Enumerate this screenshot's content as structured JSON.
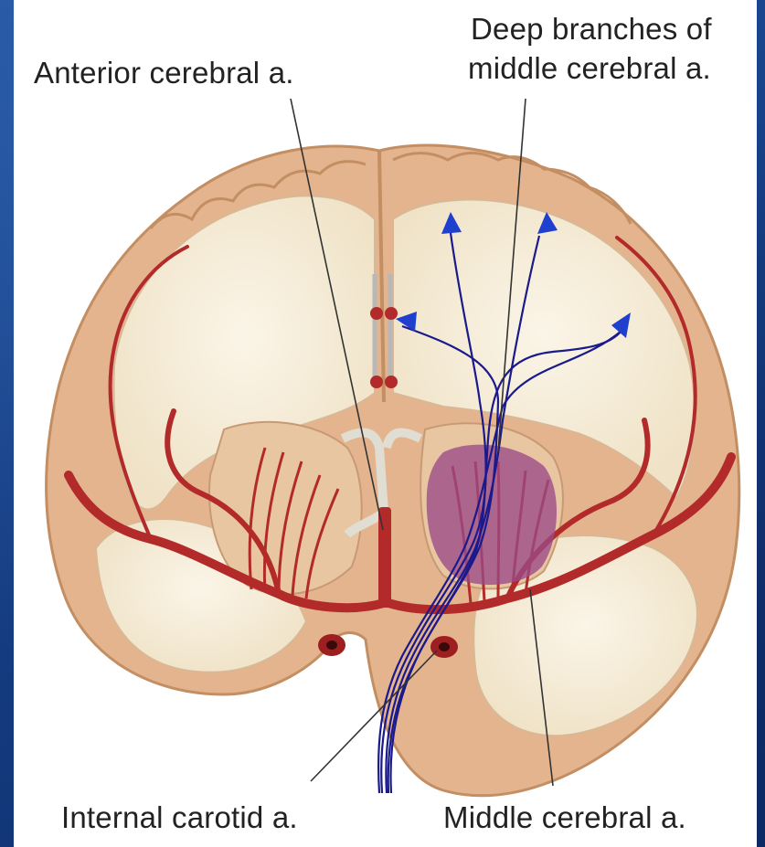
{
  "labels": {
    "anterior_cerebral": "Anterior cerebral a.",
    "deep_branches_line1": "Deep branches of",
    "deep_branches_line2": "middle cerebral a.",
    "internal_carotid": "Internal carotid a.",
    "middle_cerebral": "Middle cerebral a."
  },
  "colors": {
    "cortex": "#e3b48e",
    "white_matter": "#f5ecd8",
    "artery": "#b22a2a",
    "infarct_overlay": "#9b4a86",
    "pathway_line": "#1a1a8c",
    "arrowhead": "#1f3fcf"
  }
}
